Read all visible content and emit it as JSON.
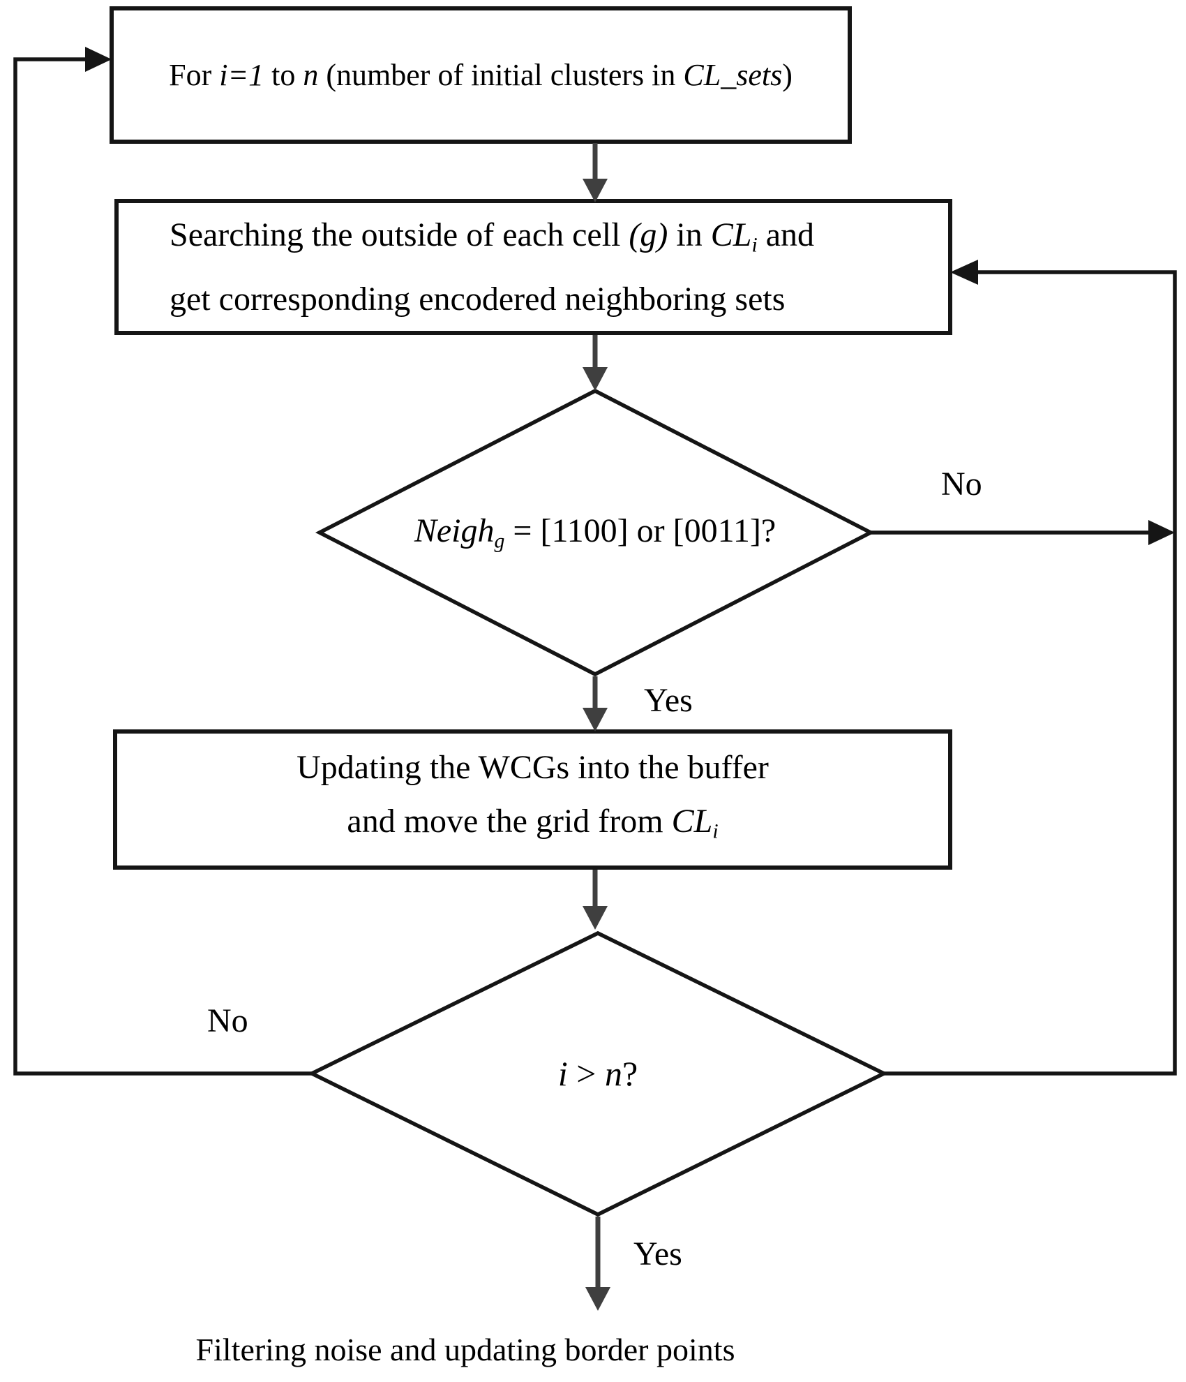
{
  "colors": {
    "bg": "#ffffff",
    "line": "#151515",
    "arrow": "#3f3f3f",
    "text": "#000000"
  },
  "flowchart": {
    "nodes": {
      "for_loop": {
        "type": "process",
        "lines": [
          [
            {
              "t": "For "
            },
            {
              "t": "i=1",
              "s": "it"
            },
            {
              "t": " to "
            },
            {
              "t": "n",
              "s": "it"
            },
            {
              "t": " (number of initial clusters in "
            },
            {
              "t": "CL_sets",
              "s": "it"
            },
            {
              "t": ")"
            }
          ]
        ]
      },
      "search": {
        "type": "process",
        "lines": [
          [
            {
              "t": "Searching the outside of each cell "
            },
            {
              "t": "(g)",
              "s": "it"
            },
            {
              "t": " in "
            },
            {
              "t": "CL",
              "s": "it"
            },
            {
              "t": "i",
              "s": "sub"
            },
            {
              "t": " and"
            }
          ],
          [
            {
              "t": "get corresponding encodered neighboring sets"
            }
          ]
        ]
      },
      "neigh_check": {
        "type": "decision",
        "lines": [
          [
            {
              "t": "Neigh",
              "s": "it"
            },
            {
              "t": "g",
              "s": "sub"
            },
            {
              "t": " = [1100] or [0011]?"
            }
          ]
        ]
      },
      "update_buffer": {
        "type": "process",
        "lines": [
          [
            {
              "t": "Updating the WCGs into the buffer"
            }
          ],
          [
            {
              "t": "and move the grid from "
            },
            {
              "t": "CL",
              "s": "it"
            },
            {
              "t": "i",
              "s": "sub"
            }
          ]
        ]
      },
      "iter_check": {
        "type": "decision",
        "lines": [
          [
            {
              "t": "i",
              "s": "it"
            },
            {
              "t": " > "
            },
            {
              "t": "n",
              "s": "it"
            },
            {
              "t": "?"
            }
          ]
        ]
      },
      "filter_noise": {
        "type": "terminal",
        "lines": [
          [
            {
              "t": "Filtering noise and updating border points"
            }
          ]
        ]
      }
    },
    "branch_labels": {
      "neigh_no": "No",
      "neigh_yes": "Yes",
      "iter_no": "No",
      "iter_yes": "Yes"
    }
  }
}
